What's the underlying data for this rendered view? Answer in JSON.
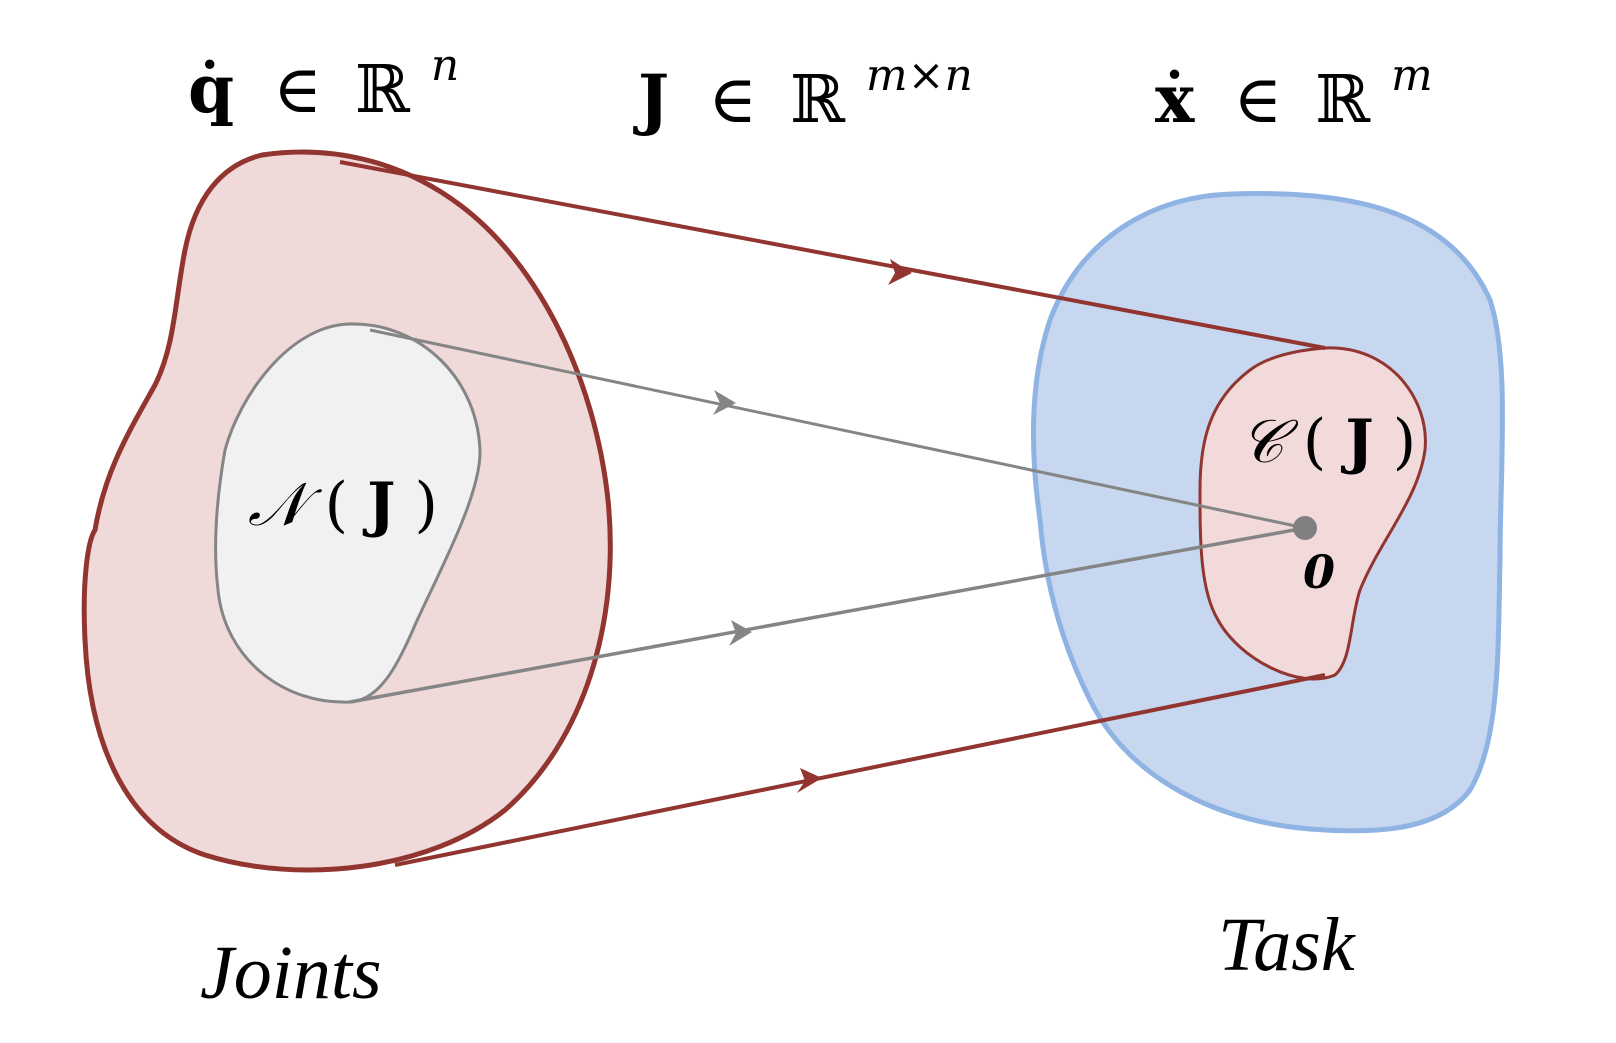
{
  "labels": {
    "joint_velocity": {
      "symbol": "q̇",
      "relation": "∈",
      "space": "ℝ",
      "exponent": "n"
    },
    "jacobian": {
      "symbol": "J",
      "relation": "∈",
      "space": "ℝ",
      "exponent": "m×n"
    },
    "task_velocity": {
      "symbol": "ẋ",
      "relation": "∈",
      "space": "ℝ",
      "exponent": "m"
    },
    "null_space": {
      "operator": "𝒩",
      "open": "(",
      "arg": "J",
      "close": ")"
    },
    "column_space": {
      "operator": "𝒞",
      "open": "(",
      "arg": "J",
      "close": ")"
    },
    "origin": "0",
    "joints_caption": "Joints",
    "task_caption": "Task"
  },
  "colors": {
    "joint_fill": "#f0dad9",
    "joint_stroke": "#923530",
    "null_fill": "#f1f1f1",
    "null_stroke": "#858585",
    "task_fill": "#c6d7ef",
    "task_stroke": "#8fb3e3",
    "range_fill": "#f1dad9",
    "range_stroke": "#923530",
    "map_red": "#923530",
    "map_gray": "#858585",
    "origin_dot": "#808080",
    "text": "#000000"
  }
}
